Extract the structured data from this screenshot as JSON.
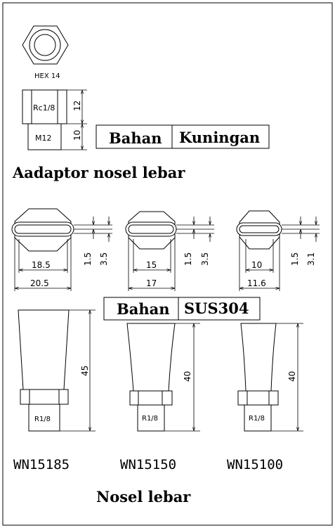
{
  "adaptor": {
    "hex_label": "HEX 14",
    "thread_top": "Rc1/8",
    "thread_bottom": "M12",
    "dim_top": "12",
    "dim_bottom": "10",
    "material_label": "Bahan",
    "material_value": "Kuningan",
    "title": "Aadaptor nosel lebar"
  },
  "nozzles": {
    "material_label": "Bahan",
    "material_value": "SUS304",
    "title": "Nosel lebar",
    "items": [
      {
        "model": "WN15185",
        "slot_width": "18.5",
        "hex_width": "20.5",
        "dim_a": "1.5",
        "dim_b": "3.5",
        "height": "45",
        "thread": "R1/8"
      },
      {
        "model": "WN15150",
        "slot_width": "15",
        "hex_width": "17",
        "dim_a": "1.5",
        "dim_b": "3.5",
        "height": "40",
        "thread": "R1/8"
      },
      {
        "model": "WN15100",
        "slot_width": "10",
        "hex_width": "11.6",
        "dim_a": "1.5",
        "dim_b": "3.1",
        "height": "40",
        "thread": "R1/8"
      }
    ]
  }
}
